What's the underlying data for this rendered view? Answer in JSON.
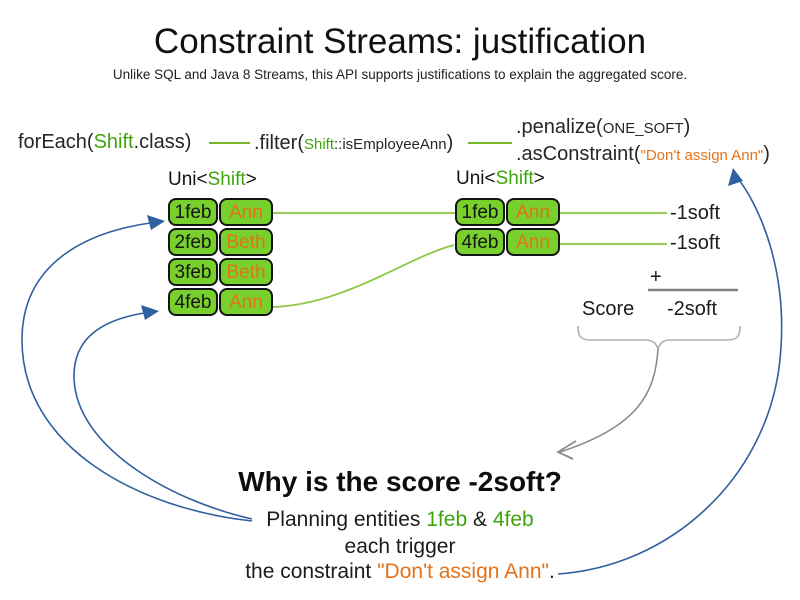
{
  "slide": {
    "title": "Constraint Streams: justification",
    "subtitle": "Unlike SQL and Java 8 Streams, this API supports justifications to explain the aggregated score."
  },
  "code": {
    "foreach_prefix": "forEach(",
    "foreach_type": "Shift",
    "foreach_suffix": ".class)",
    "filter_prefix": ".filter(",
    "filter_type": "Shift",
    "filter_rest": "::isEmployeeAnn",
    "filter_suffix": ")",
    "penalize_prefix": ".penalize(",
    "penalize_arg": "ONE_SOFT",
    "penalize_suffix": ")",
    "asconstraint_prefix": ".asConstraint(",
    "asconstraint_arg": "\"Don't assign Ann\"",
    "asconstraint_suffix": ")"
  },
  "left_stream": {
    "label_prefix": "Uni<",
    "label_type": "Shift",
    "label_suffix": ">",
    "rows": [
      {
        "date": "1feb",
        "employee": "Ann"
      },
      {
        "date": "2feb",
        "employee": "Beth"
      },
      {
        "date": "3feb",
        "employee": "Beth"
      },
      {
        "date": "4feb",
        "employee": "Ann"
      }
    ]
  },
  "right_stream": {
    "label_prefix": "Uni<",
    "label_type": "Shift",
    "label_suffix": ">",
    "rows": [
      {
        "date": "1feb",
        "employee": "Ann"
      },
      {
        "date": "4feb",
        "employee": "Ann"
      }
    ]
  },
  "score_panel": {
    "match_scores": [
      "-1soft",
      "-1soft"
    ],
    "plus_sign": "+",
    "score_label": "Score",
    "total_score": "-2soft"
  },
  "explanation": {
    "heading": "Why is the score -2soft?",
    "line1_prefix": "Planning entities ",
    "entity1": "1feb",
    "ampersand": " & ",
    "entity2": "4feb",
    "line2": "each trigger",
    "line3_prefix": "the constraint ",
    "constraint_name": "\"Don't assign Ann\"",
    "line3_suffix": "."
  },
  "colors": {
    "entity_green_fill": "#77D02C",
    "green_text": "#3FA40C",
    "orange_text": "#E2731A",
    "arrow_blue": "#30609F",
    "connector_green": "#8CC63F",
    "gray": "#8C8C8C"
  }
}
